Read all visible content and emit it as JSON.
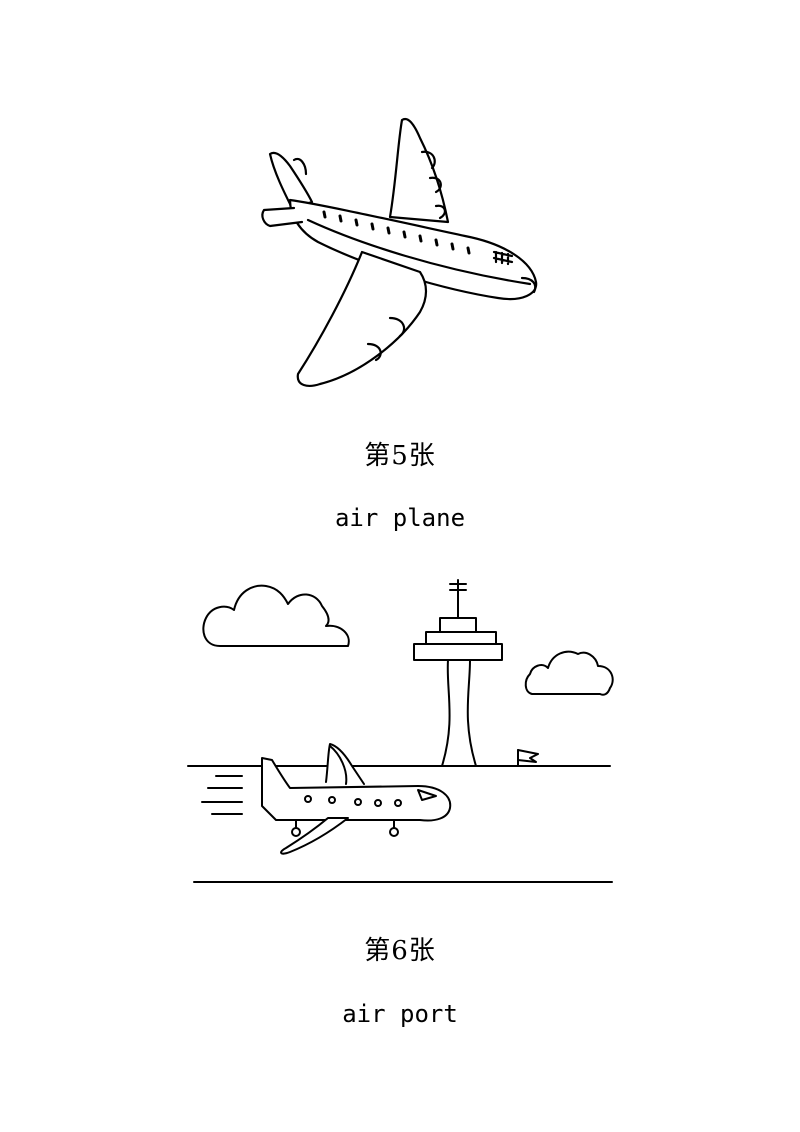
{
  "cards": [
    {
      "number_label": "第5张",
      "word": "air plane",
      "illustration": "airplane-icon"
    },
    {
      "number_label": "第6张",
      "word": "air port",
      "illustration": "airport-scene-icon"
    }
  ],
  "colors": {
    "ink": "#000000",
    "paper": "#ffffff"
  }
}
